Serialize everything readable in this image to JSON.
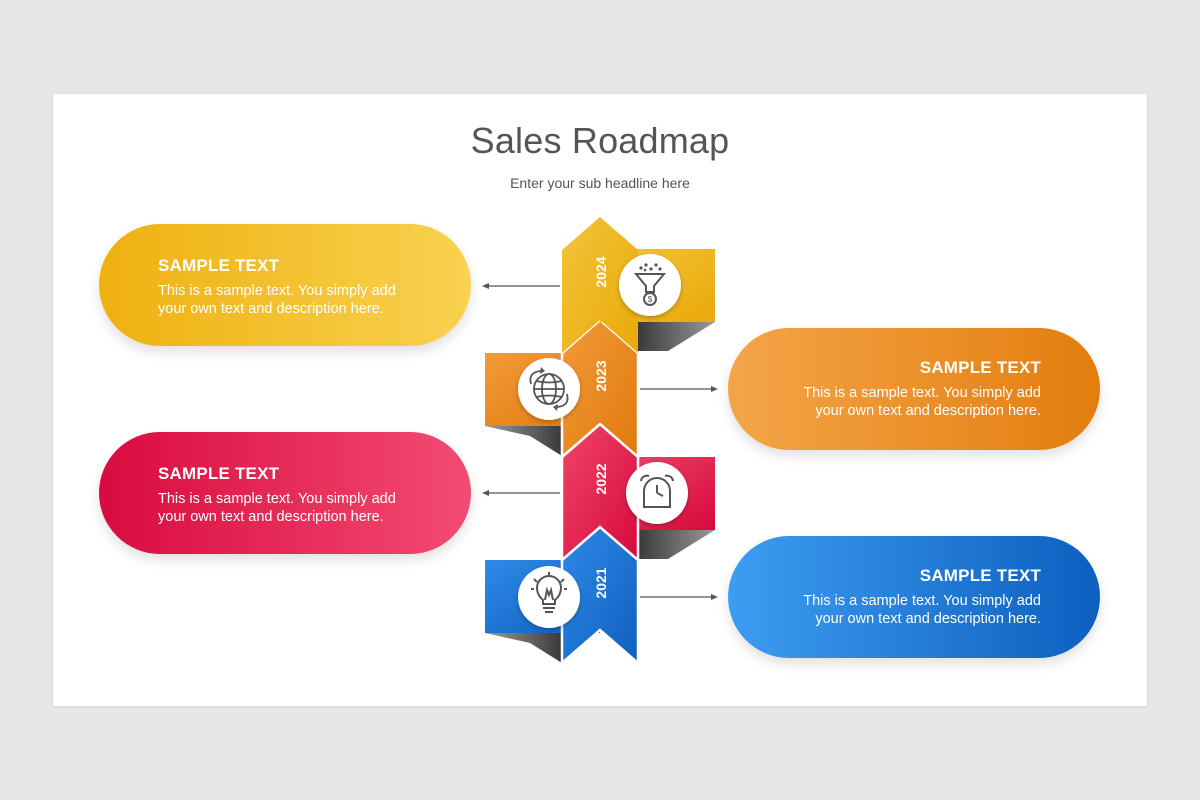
{
  "header": {
    "title": "Sales Roadmap",
    "subtitle": "Enter your sub headline here"
  },
  "milestones": [
    {
      "year": "2024",
      "title": "SAMPLE TEXT",
      "line1": "This is a sample text. You simply add",
      "line2": "your own text and description here.",
      "icon": "funnel-dollar-icon",
      "color": "#efb00f"
    },
    {
      "year": "2023",
      "title": "SAMPLE TEXT",
      "line1": "This is a sample text. You simply add",
      "line2": "your own text and description here.",
      "icon": "globe-arrows-icon",
      "color": "#e8850f"
    },
    {
      "year": "2022",
      "title": "SAMPLE TEXT",
      "line1": "This is a sample text. You simply add",
      "line2": "your own text and description here.",
      "icon": "alarm-clock-icon",
      "color": "#df1443"
    },
    {
      "year": "2021",
      "title": "SAMPLE TEXT",
      "line1": "This is a sample text. You simply add",
      "line2": "your own text and description here.",
      "icon": "lightbulb-icon",
      "color": "#1a6fd1"
    }
  ]
}
